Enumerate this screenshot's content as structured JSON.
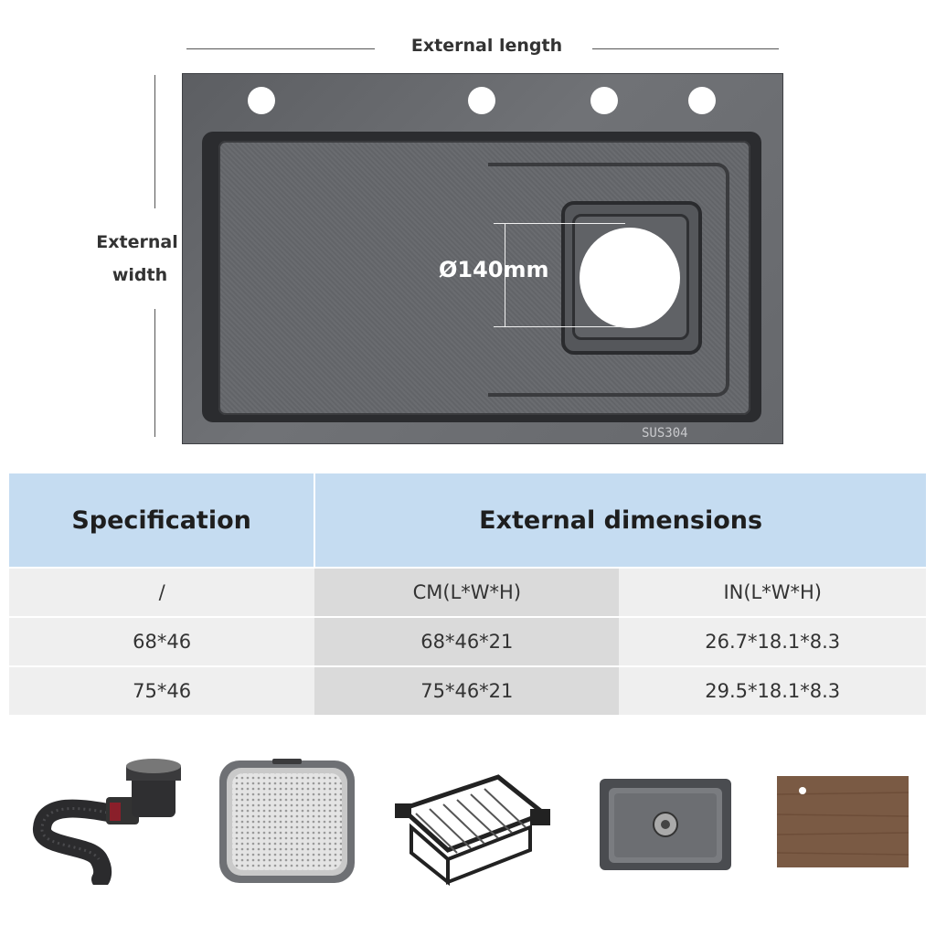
{
  "dimensions": {
    "length_label": "External length",
    "width_label_line1": "External",
    "width_label_line2": "width",
    "drain_diameter": "Ø140mm",
    "material_mark": "SUS304"
  },
  "table": {
    "headers": [
      "Specification",
      "External dimensions"
    ],
    "subheader": [
      "/",
      "CM(L*W*H)",
      "IN(L*W*H)"
    ],
    "rows": [
      [
        "68*46",
        "68*46*21",
        "26.7*18.1*8.3"
      ],
      [
        "75*46",
        "75*46*21",
        "29.5*18.1*8.3"
      ]
    ]
  },
  "accessories": [
    {
      "icon": "drain-pipe-icon"
    },
    {
      "icon": "drain-strainer-icon"
    },
    {
      "icon": "dish-rack-basket-icon"
    },
    {
      "icon": "small-basin-icon"
    },
    {
      "icon": "cutting-board-icon"
    }
  ],
  "colors": {
    "sink_gray": "#66686c",
    "header_blue": "#c5dcf1",
    "cell_light": "#efefef",
    "cell_mid": "#dadada",
    "wood": "#7a5a44"
  }
}
